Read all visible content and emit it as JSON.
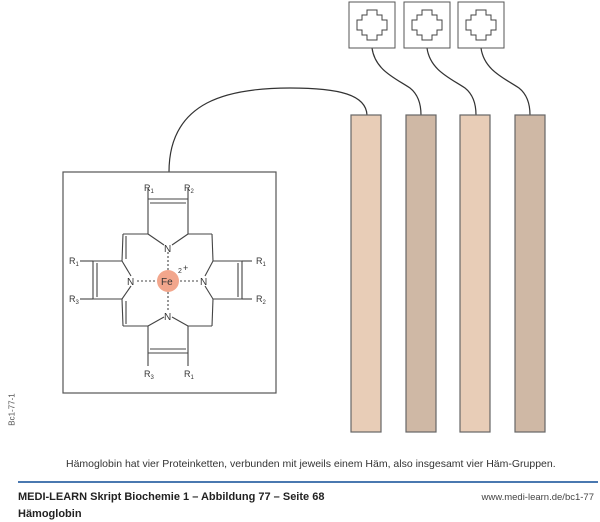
{
  "diagram": {
    "heme_box": {
      "center_label": "Fe",
      "charge_label": "2+",
      "charge_sup": "2",
      "charge_sign": "+",
      "nitrogen_label": "N",
      "substituents": {
        "top_left": "R1",
        "top_right": "R2",
        "left_top": "R1",
        "left_bottom": "R3",
        "right_top": "R1",
        "right_bottom": "R2",
        "bottom_left": "R3",
        "bottom_right": "R1"
      },
      "fe_color": "#f2a68c"
    },
    "protein_chains": [
      {
        "name": "chain-1",
        "color": "#e8cdb7"
      },
      {
        "name": "chain-2",
        "color": "#cfb8a5"
      },
      {
        "name": "chain-3",
        "color": "#e8cdb7"
      },
      {
        "name": "chain-4",
        "color": "#cfb8a5"
      }
    ],
    "small_heme_count": 3
  },
  "caption": "Hämoglobin hat vier Proteinketten, verbunden mit jeweils einem Häm, also insgesamt vier Häm-Gruppen.",
  "footer": {
    "title": "MEDI-LEARN Skript Biochemie 1 – Abbildung 77 – Seite 68",
    "url": "www.medi-learn.de/bc1-77",
    "subtitle": "Hämoglobin",
    "side_code": "Bc1-77-1",
    "rule_color": "#4a78b0"
  }
}
